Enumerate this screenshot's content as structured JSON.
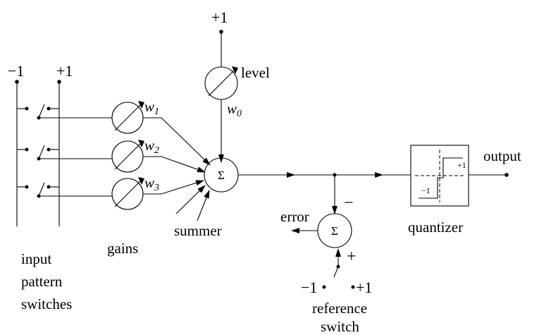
{
  "rails": {
    "minus": "−1",
    "plus": "+1"
  },
  "bias": {
    "plus": "+1",
    "level": "level",
    "w0": "w",
    "w0_sub": "0"
  },
  "weights": [
    {
      "w": "w",
      "sub": "1"
    },
    {
      "w": "w",
      "sub": "2"
    },
    {
      "w": "w",
      "sub": "3"
    }
  ],
  "summer": {
    "symbol": "Σ",
    "label": "summer"
  },
  "error_sum": {
    "symbol": "Σ",
    "minus_sign": "−",
    "plus_sign": "+",
    "label": "error"
  },
  "quantizer": {
    "label": "quantizer",
    "high": "+1",
    "low": "−1"
  },
  "output": {
    "label": "output"
  },
  "reference": {
    "minus": "−1",
    "plus": "+1",
    "label_line1": "reference",
    "label_line2": "switch"
  },
  "gains_label": "gains",
  "input_label": {
    "line1": "input",
    "line2": "pattern",
    "line3": "switches"
  }
}
